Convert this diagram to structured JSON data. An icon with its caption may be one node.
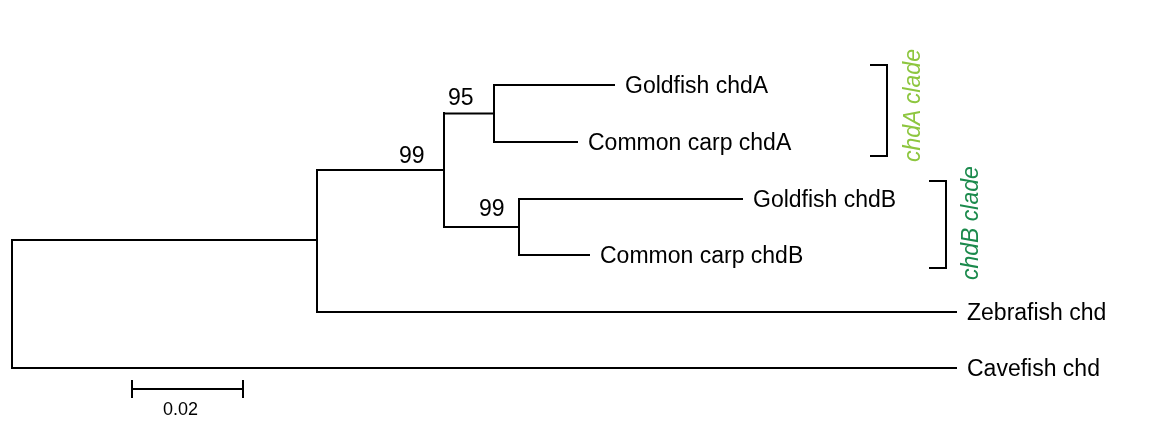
{
  "diagram": {
    "nodes": [
      {
        "text": [],
        "shape": "line"
      },
      {
        "text": [],
        "shape": "line"
      },
      {
        "text": [],
        "shape": "line",
        "beside": [
          "99"
        ]
      },
      {
        "text": [],
        "shape": "line",
        "beside": [
          "95"
        ]
      },
      {
        "text": [],
        "shape": "line",
        "beside": [
          "99"
        ]
      },
      {
        "text": [
          "Goldfish chdA"
        ]
      },
      {
        "text": [
          "Common carp chdA"
        ]
      },
      {
        "text": [
          "Goldfish chdB"
        ]
      },
      {
        "text": [
          "Common carp chdB"
        ]
      },
      {
        "text": [
          "Zebrafish chd"
        ]
      },
      {
        "text": [
          "Cavefish chd"
        ]
      }
    ],
    "edges": [
      {
        "from": 0,
        "to": 1,
        "arrow": "none"
      },
      {
        "from": 0,
        "to": 10,
        "arrow": "none"
      },
      {
        "from": 1,
        "to": 2,
        "arrow": "none"
      },
      {
        "from": 1,
        "to": 9,
        "arrow": "none"
      },
      {
        "from": 2,
        "to": 3,
        "arrow": "none"
      },
      {
        "from": 2,
        "to": 4,
        "arrow": "none"
      },
      {
        "from": 3,
        "to": 5,
        "arrow": "none"
      },
      {
        "from": 3,
        "to": 6,
        "arrow": "none"
      },
      {
        "from": 4,
        "to": 7,
        "arrow": "none"
      },
      {
        "from": 4,
        "to": 8,
        "arrow": "none"
      }
    ],
    "labels": [
      "chdA clade",
      "chdB clade",
      "0.02"
    ]
  }
}
